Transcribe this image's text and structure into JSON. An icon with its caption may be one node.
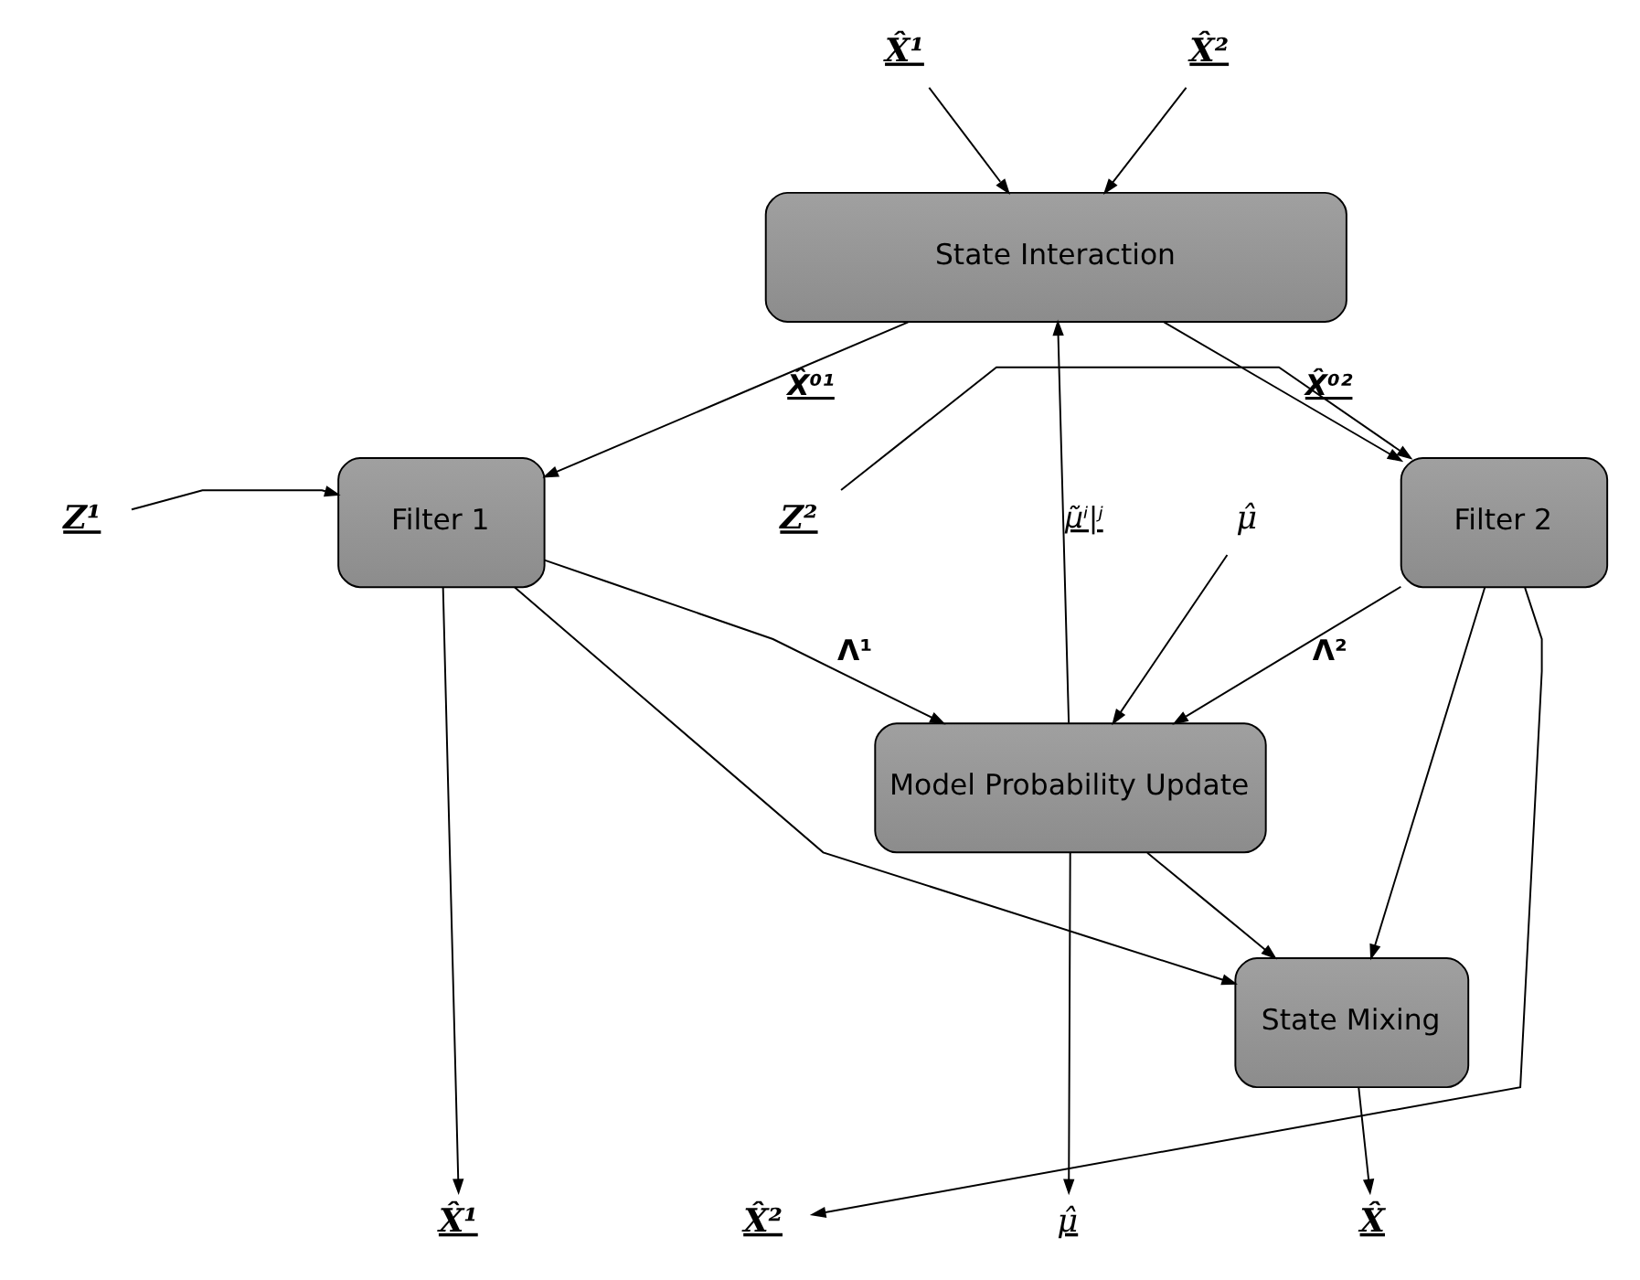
{
  "diagram": {
    "nodes": [
      {
        "text": [
          "State Interaction"
        ]
      },
      {
        "text": [
          "Filter 1"
        ]
      },
      {
        "text": [
          "Filter 2"
        ]
      },
      {
        "text": [
          "Model Probability Update"
        ]
      },
      {
        "text": [
          "State Mixing"
        ]
      },
      {
        "text": [
          "X̂¹"
        ]
      },
      {
        "text": [
          "X̂²"
        ]
      },
      {
        "text": [
          "Z¹"
        ]
      },
      {
        "text": [
          "Z²"
        ]
      },
      {
        "text": [
          "μ̂"
        ]
      },
      {
        "text": [
          "X̂¹"
        ]
      },
      {
        "text": [
          "X̂²"
        ]
      },
      {
        "text": [
          "μ̂"
        ]
      },
      {
        "text": [
          "X̂"
        ]
      }
    ],
    "edges": [
      {
        "from": 5,
        "to": 0,
        "arrow": "to"
      },
      {
        "from": 6,
        "to": 0,
        "arrow": "to"
      },
      {
        "from": 0,
        "to": 1,
        "arrow": "to",
        "label": "X̂⁰¹"
      },
      {
        "from": 0,
        "to": 2,
        "arrow": "to",
        "label": "X̂⁰²"
      },
      {
        "from": 7,
        "to": 1,
        "arrow": "to"
      },
      {
        "from": 8,
        "to": 2,
        "arrow": "to"
      },
      {
        "from": 9,
        "to": 3,
        "arrow": "to"
      },
      {
        "from": 2,
        "to": 3,
        "arrow": "to",
        "label": "Λ²"
      },
      {
        "from": 1,
        "to": 3,
        "arrow": "to",
        "label": "Λ¹"
      },
      {
        "from": 3,
        "to": 0,
        "arrow": "to",
        "label": "μ̃ⁱ|ʲ"
      },
      {
        "from": 3,
        "to": 4,
        "arrow": "to"
      },
      {
        "from": 2,
        "to": 4,
        "arrow": "to"
      },
      {
        "from": 1,
        "to": 4,
        "arrow": "to"
      },
      {
        "from": 1,
        "to": 10,
        "arrow": "to"
      },
      {
        "from": 2,
        "to": 11,
        "arrow": "to"
      },
      {
        "from": 3,
        "to": 12,
        "arrow": "to"
      },
      {
        "from": 4,
        "to": 13,
        "arrow": "to"
      }
    ]
  }
}
